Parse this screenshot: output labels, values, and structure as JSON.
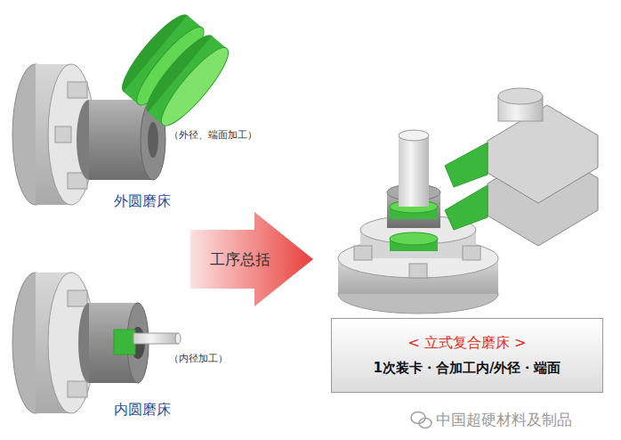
{
  "diagram": {
    "nodes": [
      {
        "text": [
          "工序总括"
        ]
      },
      {
        "text": [
          "< 立式复合磨床 >",
          "1次装卡・合加工内/外径・端面"
        ]
      }
    ],
    "labels": [
      "（外径、端面加工）",
      "外圆磨床",
      "（内径加工）",
      "内圆磨床",
      "中国超硬材料及制品"
    ]
  }
}
